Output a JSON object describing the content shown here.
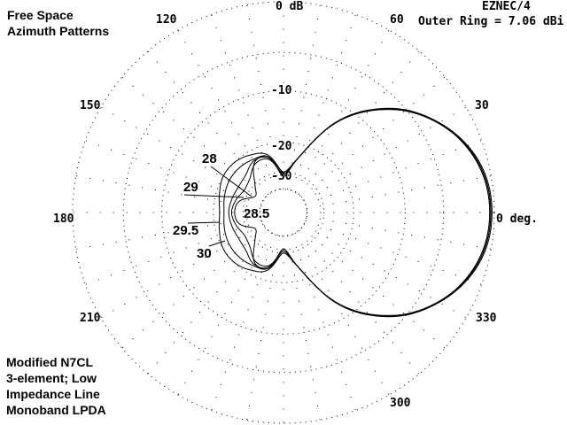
{
  "title": [
    "Free Space",
    "Azimuth Patterns"
  ],
  "program": "EZNEC/4",
  "outer_ring": "Outer Ring = 7.06 dBi",
  "notes": [
    "Modified N7CL",
    "3-element; Low",
    "Impedance Line",
    "Monoband LPDA"
  ],
  "chart_data": {
    "type": "polar-line",
    "title": "Free Space Azimuth Patterns",
    "outer_ring_dbi": 7.06,
    "ring_labels": [
      {
        "db": 0,
        "text": "0 dB"
      },
      {
        "db": -10,
        "text": "-10"
      },
      {
        "db": -20,
        "text": "-20"
      },
      {
        "db": -30,
        "text": "-30"
      }
    ],
    "rings_db": [
      0,
      -5,
      -10,
      -20,
      -30,
      -40
    ],
    "angle_labels": [
      {
        "az": 120,
        "text": "120"
      },
      {
        "az": 60,
        "text": "60"
      },
      {
        "az": 150,
        "text": "150"
      },
      {
        "az": 30,
        "text": "30"
      },
      {
        "az": 180,
        "text": "180"
      },
      {
        "az": 0,
        "text": "0 deg."
      },
      {
        "az": 210,
        "text": "210"
      },
      {
        "az": 330,
        "text": "330"
      },
      {
        "az": 300,
        "text": "300"
      }
    ],
    "azimuth_deg": [
      0,
      15,
      30,
      45,
      60,
      75,
      90,
      105,
      120,
      135,
      150,
      165,
      180
    ],
    "symmetric": true,
    "series": [
      {
        "name": "28",
        "gain_db": [
          -0.4,
          -1.0,
          -3.0,
          -6.7,
          -13,
          -24,
          -31,
          -24.5,
          -24,
          -27,
          -28,
          -26.5,
          -25.5
        ]
      },
      {
        "name": "28.5",
        "gain_db": [
          -0.4,
          -1.0,
          -3.0,
          -6.7,
          -13,
          -24,
          -32,
          -24,
          -23.5,
          -30,
          -34,
          -28,
          -26.6
        ]
      },
      {
        "name": "29",
        "gain_db": [
          -0.3,
          -0.9,
          -3.0,
          -6.6,
          -13,
          -24,
          -31,
          -24,
          -23,
          -25,
          -25.5,
          -25,
          -24.5
        ]
      },
      {
        "name": "29.5",
        "gain_db": [
          -0.3,
          -0.9,
          -2.9,
          -6.6,
          -13,
          -24,
          -30,
          -23.5,
          -22.5,
          -22,
          -22,
          -22.5,
          -23
        ]
      },
      {
        "name": "30",
        "gain_db": [
          -0.2,
          -0.8,
          -2.9,
          -6.5,
          -12.8,
          -24,
          -30,
          -23,
          -21,
          -20,
          -20,
          -21,
          -21.7
        ]
      }
    ]
  }
}
